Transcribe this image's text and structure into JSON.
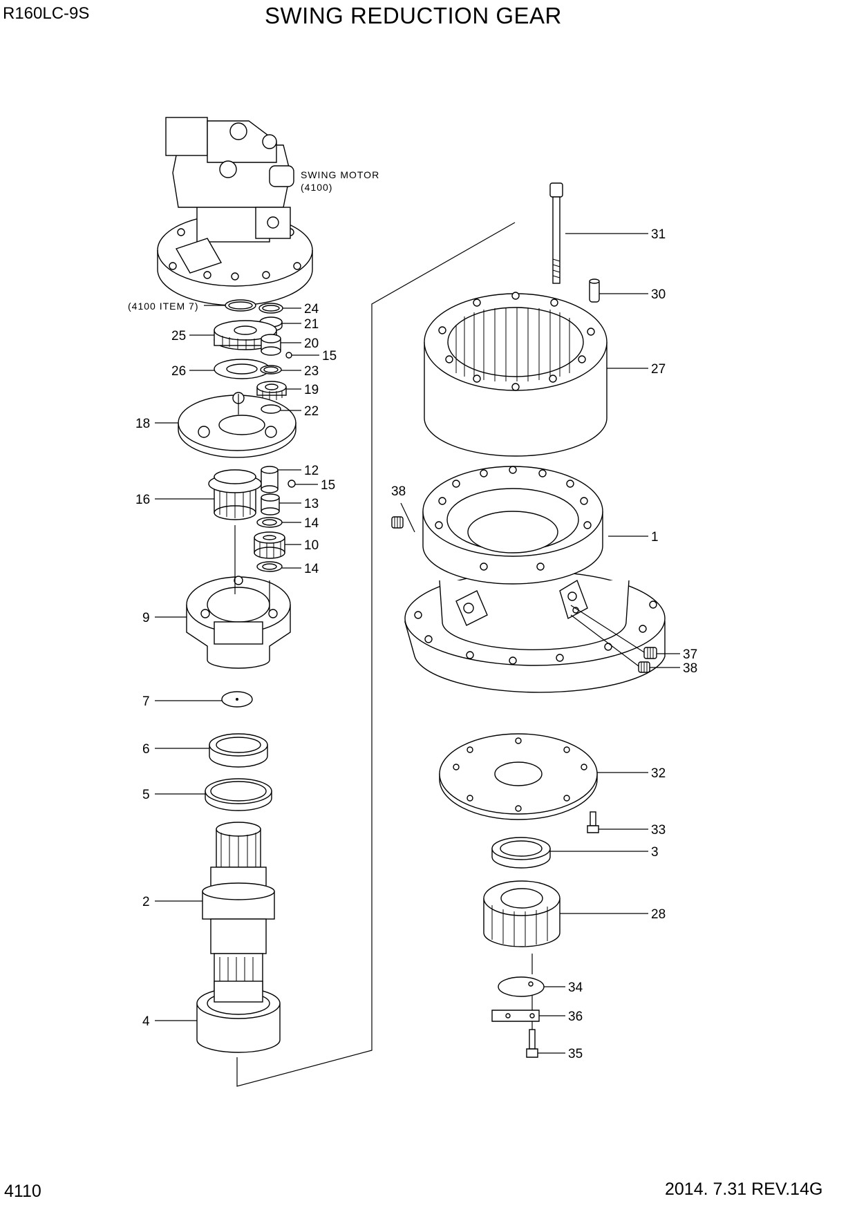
{
  "header": {
    "model": "R160LC-9S",
    "title": "SWING REDUCTION GEAR"
  },
  "footer": {
    "page_number": "4110",
    "revision": "2014. 7.31  REV.14G"
  },
  "notes": {
    "swing_motor": "SWING MOTOR",
    "swing_motor_ref": "(4100)",
    "motor_item_ref": "(4100 ITEM 7)"
  },
  "callouts": [
    "31",
    "30",
    "27",
    "38",
    "1",
    "37",
    "38",
    "32",
    "33",
    "3",
    "28",
    "34",
    "36",
    "35",
    "24",
    "21",
    "25",
    "20",
    "15",
    "26",
    "23",
    "19",
    "18",
    "22",
    "12",
    "15",
    "16",
    "13",
    "14",
    "10",
    "14",
    "9",
    "7",
    "6",
    "5",
    "2",
    "4"
  ]
}
